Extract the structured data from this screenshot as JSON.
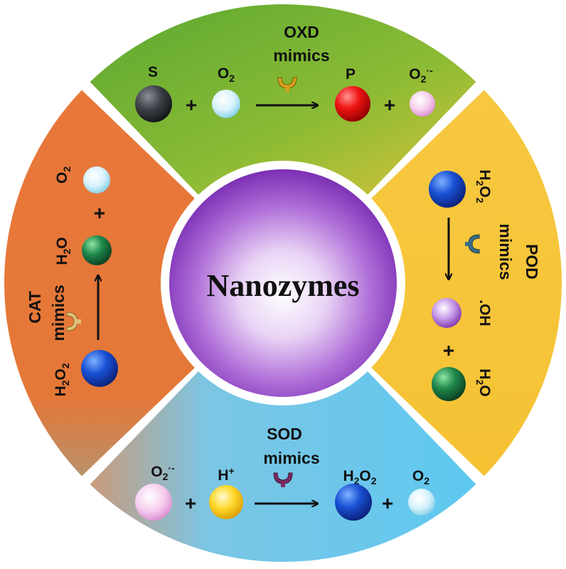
{
  "center": {
    "title": "Nanozymes"
  },
  "sectors": {
    "oxd": {
      "name_line1": "OXD",
      "name_line2": "mimics",
      "color": "#6db33f",
      "reaction": {
        "s": "S",
        "o2": "O2",
        "plus1": "+",
        "p": "P",
        "o2rad": "O2·-",
        "plus2": "+"
      }
    },
    "pod": {
      "name_line1": "POD",
      "name_line2": "mimics",
      "color": "#f5c33b",
      "reaction": {
        "h2o2": "H2O2",
        "oh": ".OH",
        "plus": "+",
        "h2o": "H2O"
      }
    },
    "sod": {
      "name_line1": "SOD",
      "name_line2": "mimics",
      "color": "#5fc9ee",
      "reaction": {
        "o2rad": "O2·-",
        "plus1": "+",
        "hplus": "H+",
        "h2o2": "H2O2",
        "plus2": "+",
        "o2": "O2"
      }
    },
    "cat": {
      "name_line1": "CAT",
      "name_line2": "mimics",
      "color": "#e8763a",
      "reaction": {
        "h2o2": "H2O2",
        "h2o": "H2O",
        "plus": "+",
        "o2": "O2"
      }
    }
  },
  "icons": {
    "sphere": "molecule-sphere-icon",
    "enzyme": "enzyme-icon",
    "arrow": "reaction-arrow-icon"
  }
}
